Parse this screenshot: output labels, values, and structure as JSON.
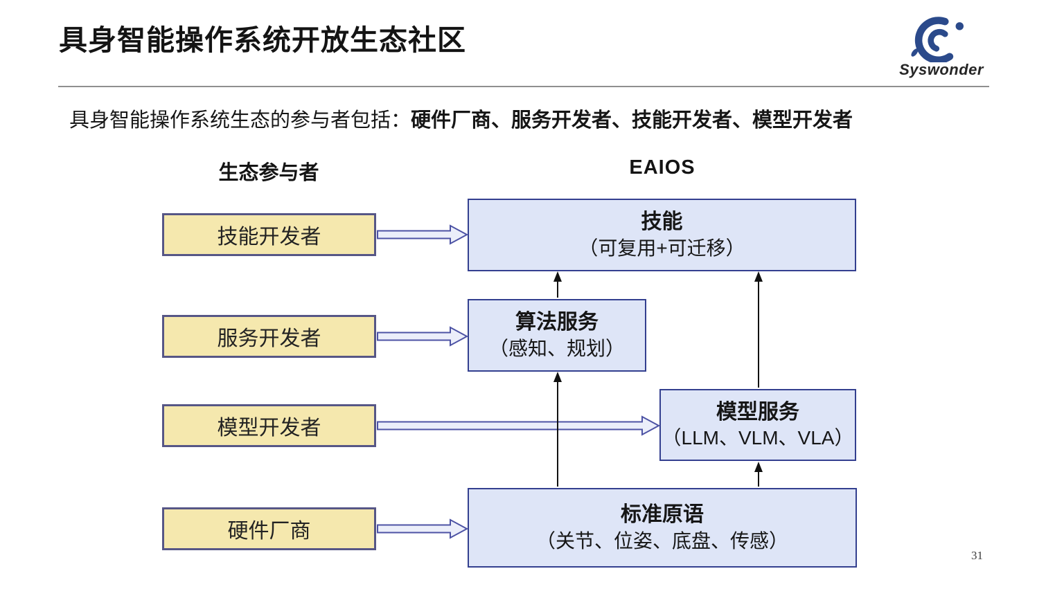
{
  "slide": {
    "title": "具身智能操作系统开放生态社区",
    "subtitle_prefix": "具身智能操作系统生态的参与者包括：",
    "subtitle_bold": "硬件厂商、服务开发者、技能开发者、模型开发者",
    "page_number": "31"
  },
  "logo": {
    "text": "Syswonder",
    "color": "#2B4A8B"
  },
  "diagram": {
    "left_header": "生态参与者",
    "right_header": "EAIOS",
    "participants": [
      {
        "label": "技能开发者"
      },
      {
        "label": "服务开发者"
      },
      {
        "label": "模型开发者"
      },
      {
        "label": "硬件厂商"
      }
    ],
    "eaios_boxes": {
      "skill": {
        "title": "技能",
        "subtitle": "（可复用+可迁移）"
      },
      "algo": {
        "title": "算法服务",
        "subtitle": "（感知、规划）"
      },
      "model": {
        "title": "模型服务",
        "subtitle": "（LLM、VLM、VLA）"
      },
      "primitive": {
        "title": "标准原语",
        "subtitle": "（关节、位姿、底盘、传感）"
      }
    },
    "colors": {
      "participant_fill": "#F5E8AE",
      "participant_border": "#565686",
      "eaios_fill": "#DEE5F7",
      "eaios_border": "#333F8F",
      "flow_arrow_fill": "#EBEEFA",
      "flow_arrow_stroke": "#4C52A4",
      "connector_color": "#111111"
    }
  }
}
